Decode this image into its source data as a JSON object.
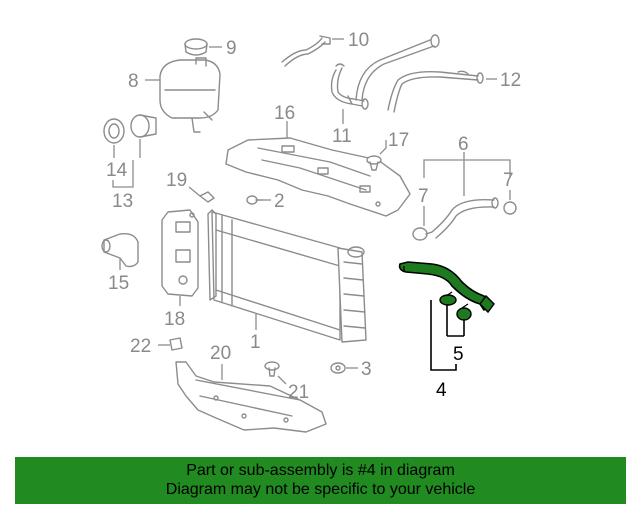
{
  "callouts": {
    "n1": "1",
    "n2": "2",
    "n3": "3",
    "n4": "4",
    "n5": "5",
    "n6": "6",
    "n7a": "7",
    "n7b": "7",
    "n8": "8",
    "n9": "9",
    "n10": "10",
    "n11": "11",
    "n12": "12",
    "n13": "13",
    "n14": "14",
    "n15": "15",
    "n16": "16",
    "n17": "17",
    "n18": "18",
    "n19": "19",
    "n20": "20",
    "n21": "21",
    "n22": "22"
  },
  "highlight": {
    "part_number": "4",
    "color": "#1e7a1e"
  },
  "banner": {
    "line1": "Part or sub-assembly is #4 in diagram",
    "line2": "Diagram may not be specific to your vehicle",
    "background": "#218a21"
  }
}
